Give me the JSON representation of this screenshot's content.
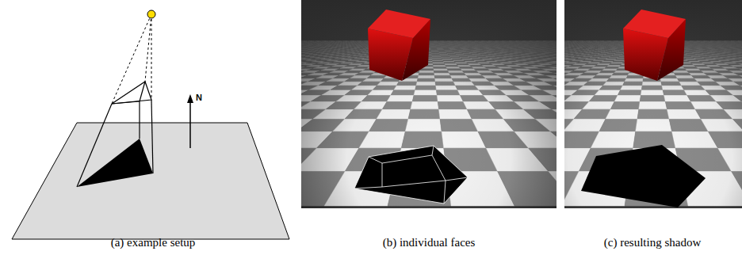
{
  "diagram": {
    "labels": [
      "N",
      "(a) example setup",
      "(b) individual faces",
      "(c) resulting shadow"
    ]
  }
}
